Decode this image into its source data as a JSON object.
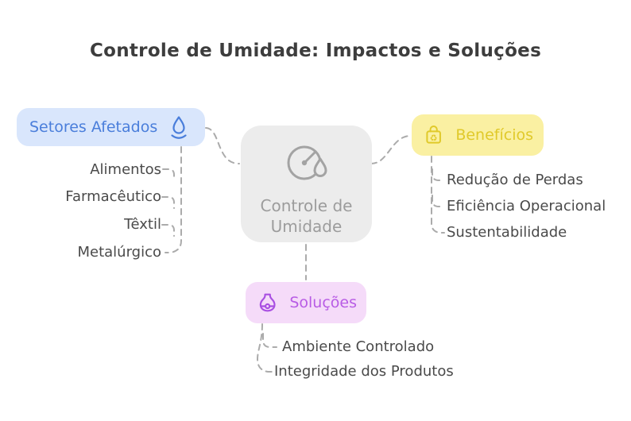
{
  "title": "Controle de Umidade: Impactos e Soluções",
  "center_node": {
    "label": "Controle de Umidade",
    "icon": "humidity-gauge-icon",
    "bg_color": "#ececec",
    "text_color": "#9c9c9c"
  },
  "branches": {
    "sectors": {
      "label": "Setores Afetados",
      "icon": "water-drop-icon",
      "bg_color": "#d9e6fc",
      "text_color": "#4a7edb",
      "items": [
        "Alimentos",
        "Farmacêutico",
        "Têxtil",
        "Metalúrgico"
      ]
    },
    "benefits": {
      "label": "Benefícios",
      "icon": "recycle-bag-icon",
      "bg_color": "#faf0a2",
      "text_color": "#e0c92a",
      "items": [
        "Redução de Perdas",
        "Eficiência Operacional",
        "Sustentabilidade"
      ]
    },
    "solutions": {
      "label": "Soluções",
      "icon": "diffuser-icon",
      "bg_color": "#f5dbf9",
      "text_color": "#b85ce5",
      "items": [
        "Ambiente Controlado",
        "Integridade dos Produtos"
      ]
    }
  },
  "connector_color": "#ababab"
}
